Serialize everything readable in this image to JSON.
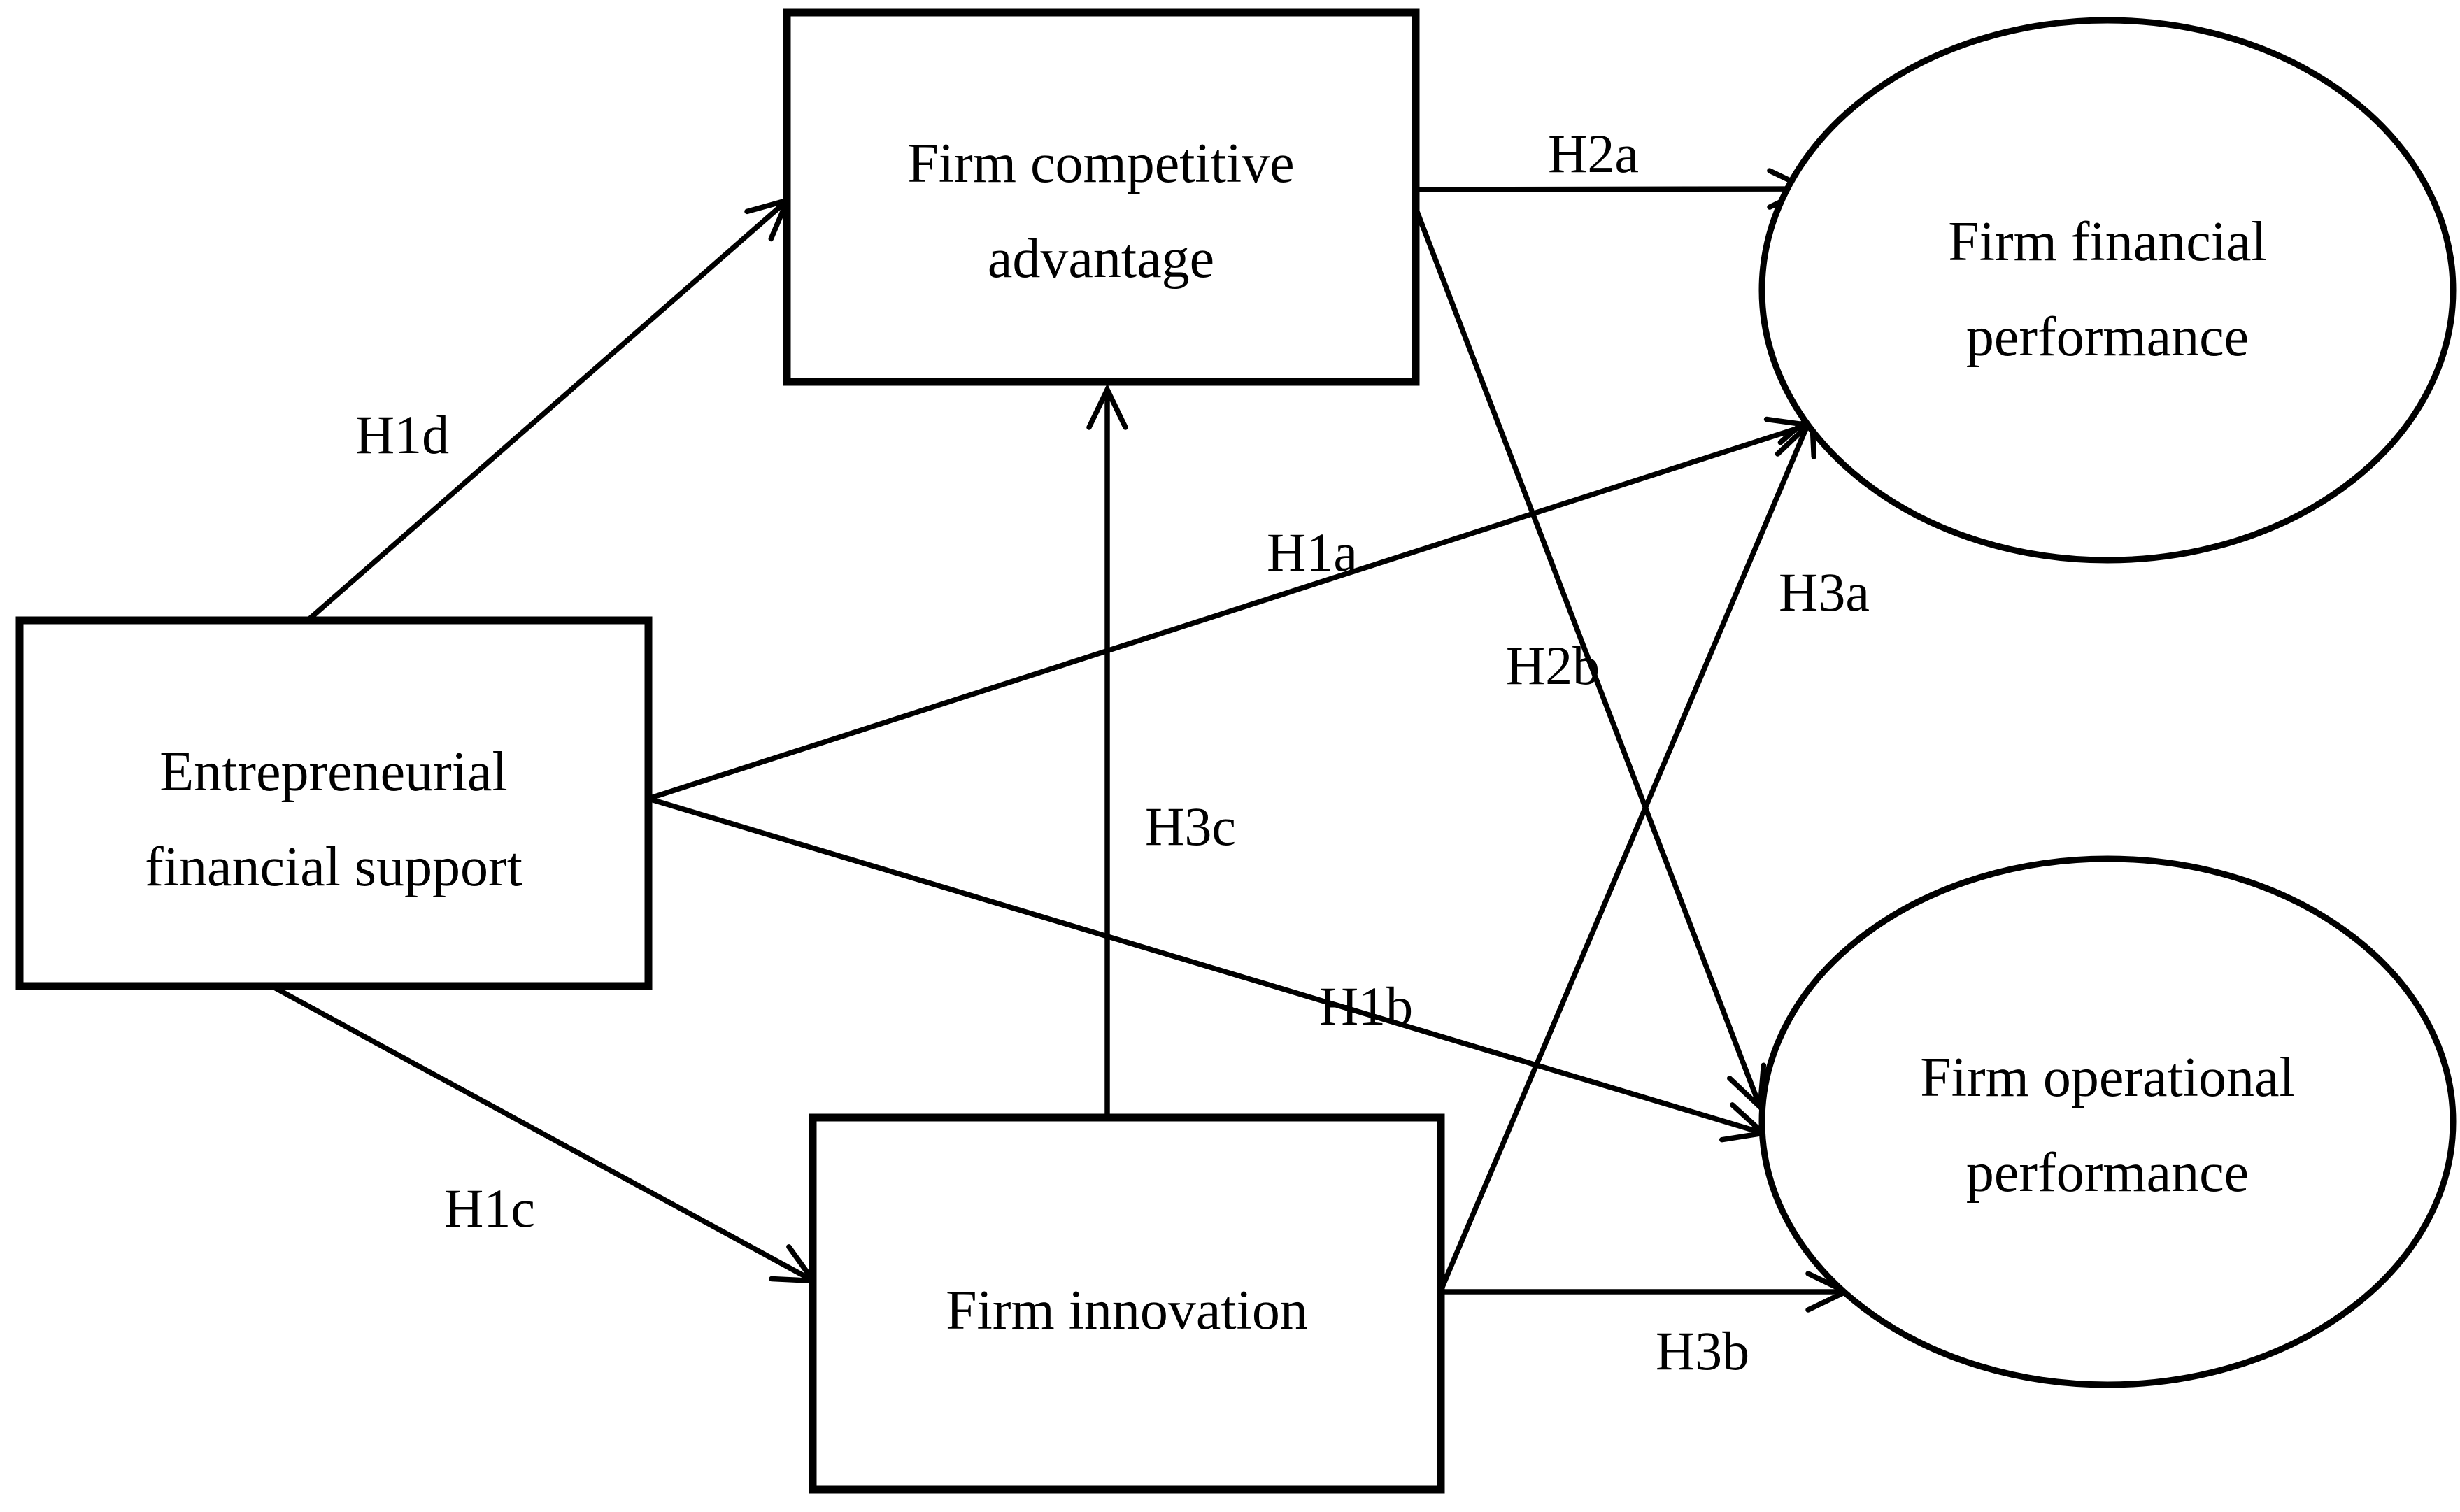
{
  "figure": {
    "type": "hypothesis-path-model",
    "background_color": "#ffffff",
    "stroke_color": "#000000"
  },
  "nodes": {
    "entrepreneurial_financial_support": {
      "shape": "rectangle",
      "line1": "Entrepreneurial",
      "line2": "financial support"
    },
    "firm_competitive_advantage": {
      "shape": "rectangle",
      "line1": "Firm competitive",
      "line2": "advantage"
    },
    "firm_innovation": {
      "shape": "rectangle",
      "line1": "Firm innovation"
    },
    "firm_financial_performance": {
      "shape": "ellipse",
      "line1": "Firm financial",
      "line2": "performance"
    },
    "firm_operational_performance": {
      "shape": "ellipse",
      "line1": "Firm operational",
      "line2": "performance"
    }
  },
  "edges": {
    "h1a": {
      "label": "H1a",
      "from": "entrepreneurial_financial_support",
      "to": "firm_financial_performance"
    },
    "h1b": {
      "label": "H1b",
      "from": "entrepreneurial_financial_support",
      "to": "firm_operational_performance"
    },
    "h1c": {
      "label": "H1c",
      "from": "entrepreneurial_financial_support",
      "to": "firm_innovation"
    },
    "h1d": {
      "label": "H1d",
      "from": "entrepreneurial_financial_support",
      "to": "firm_competitive_advantage"
    },
    "h2a": {
      "label": "H2a",
      "from": "firm_competitive_advantage",
      "to": "firm_financial_performance"
    },
    "h2b": {
      "label": "H2b",
      "from": "firm_competitive_advantage",
      "to": "firm_operational_performance"
    },
    "h3a": {
      "label": "H3a",
      "from": "firm_innovation",
      "to": "firm_financial_performance"
    },
    "h3b": {
      "label": "H3b",
      "from": "firm_innovation",
      "to": "firm_operational_performance"
    },
    "h3c": {
      "label": "H3c",
      "from": "firm_innovation",
      "to": "firm_competitive_advantage"
    }
  }
}
